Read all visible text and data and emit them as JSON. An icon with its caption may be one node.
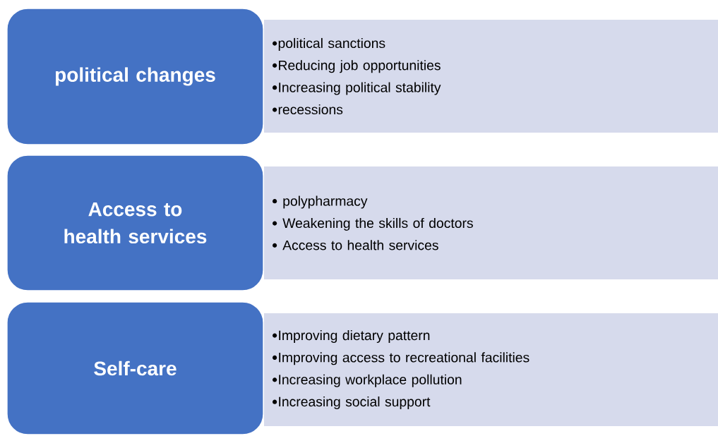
{
  "diagram": {
    "nodes": [
      {
        "text": [
          "political changes"
        ]
      },
      {
        "text": [
          "political sanctions",
          "Reducing job opportunities",
          "Increasing political stability",
          "recessions"
        ]
      },
      {
        "text": [
          "Access to health services"
        ]
      },
      {
        "text": [
          "polypharmacy",
          "Weakening the skills of doctors",
          "Access to health services"
        ]
      },
      {
        "text": [
          "Self-care"
        ]
      },
      {
        "text": [
          "Improving dietary pattern",
          "Improving access to recreational facilities",
          "Increasing workplace pollution",
          "Increasing social support"
        ]
      }
    ]
  }
}
